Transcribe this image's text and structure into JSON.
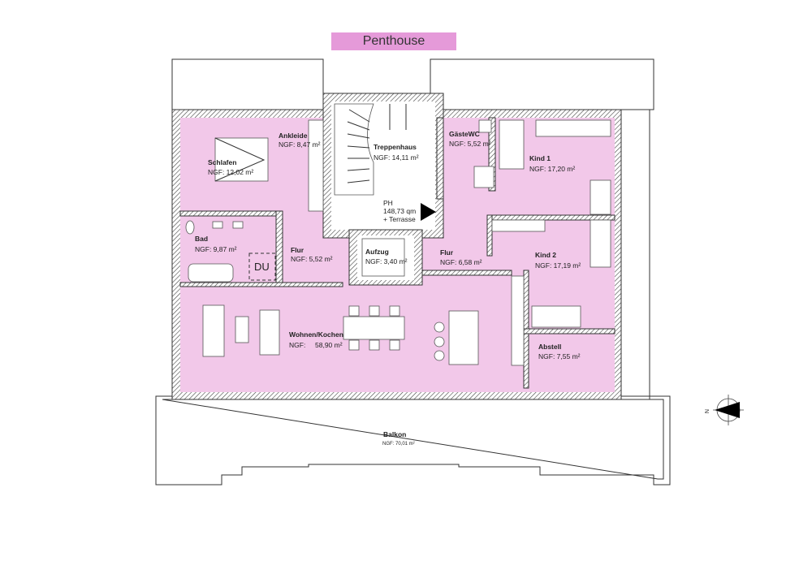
{
  "title": "Penthouse",
  "colors": {
    "room_fill": "#f2c8e9",
    "title_fill": "#e59ad9"
  },
  "rooms": {
    "schlafen": {
      "name": "Schlafen",
      "area": "NGF: 12,02 m²"
    },
    "ankleide": {
      "name": "Ankleide",
      "area": "NGF: 8,47 m²"
    },
    "treppenhaus": {
      "name": "Treppenhaus",
      "area": "NGF: 14,11 m²"
    },
    "gaestewc": {
      "name": "GästeWC",
      "area": "NGF: 5,52 m²"
    },
    "kind1": {
      "name": "Kind 1",
      "area": "NGF: 17,20 m²"
    },
    "bad": {
      "name": "Bad",
      "area": "NGF: 9,87 m²"
    },
    "flur_links": {
      "name": "Flur",
      "area": "NGF: 5,52 m²"
    },
    "aufzug": {
      "name": "Aufzug",
      "area": "NGF: 3,40 m²"
    },
    "flur_rechts": {
      "name": "Flur",
      "area": "NGF: 6,58 m²"
    },
    "kind2": {
      "name": "Kind 2",
      "area": "NGF: 17,19 m²"
    },
    "wohnen": {
      "name": "Wohnen/Kochen",
      "area_label": "NGF:",
      "area": "58,90 m²"
    },
    "abstell": {
      "name": "Abstell",
      "area": "NGF: 7,55 m²"
    },
    "balkon": {
      "name": "Balkon",
      "area": "NGF: 70,01 m²"
    }
  },
  "entrance": {
    "line1": "PH",
    "line2": "148,73 qm",
    "line3": "+ Terrasse"
  },
  "shower_label": "DU",
  "north_label": "N"
}
